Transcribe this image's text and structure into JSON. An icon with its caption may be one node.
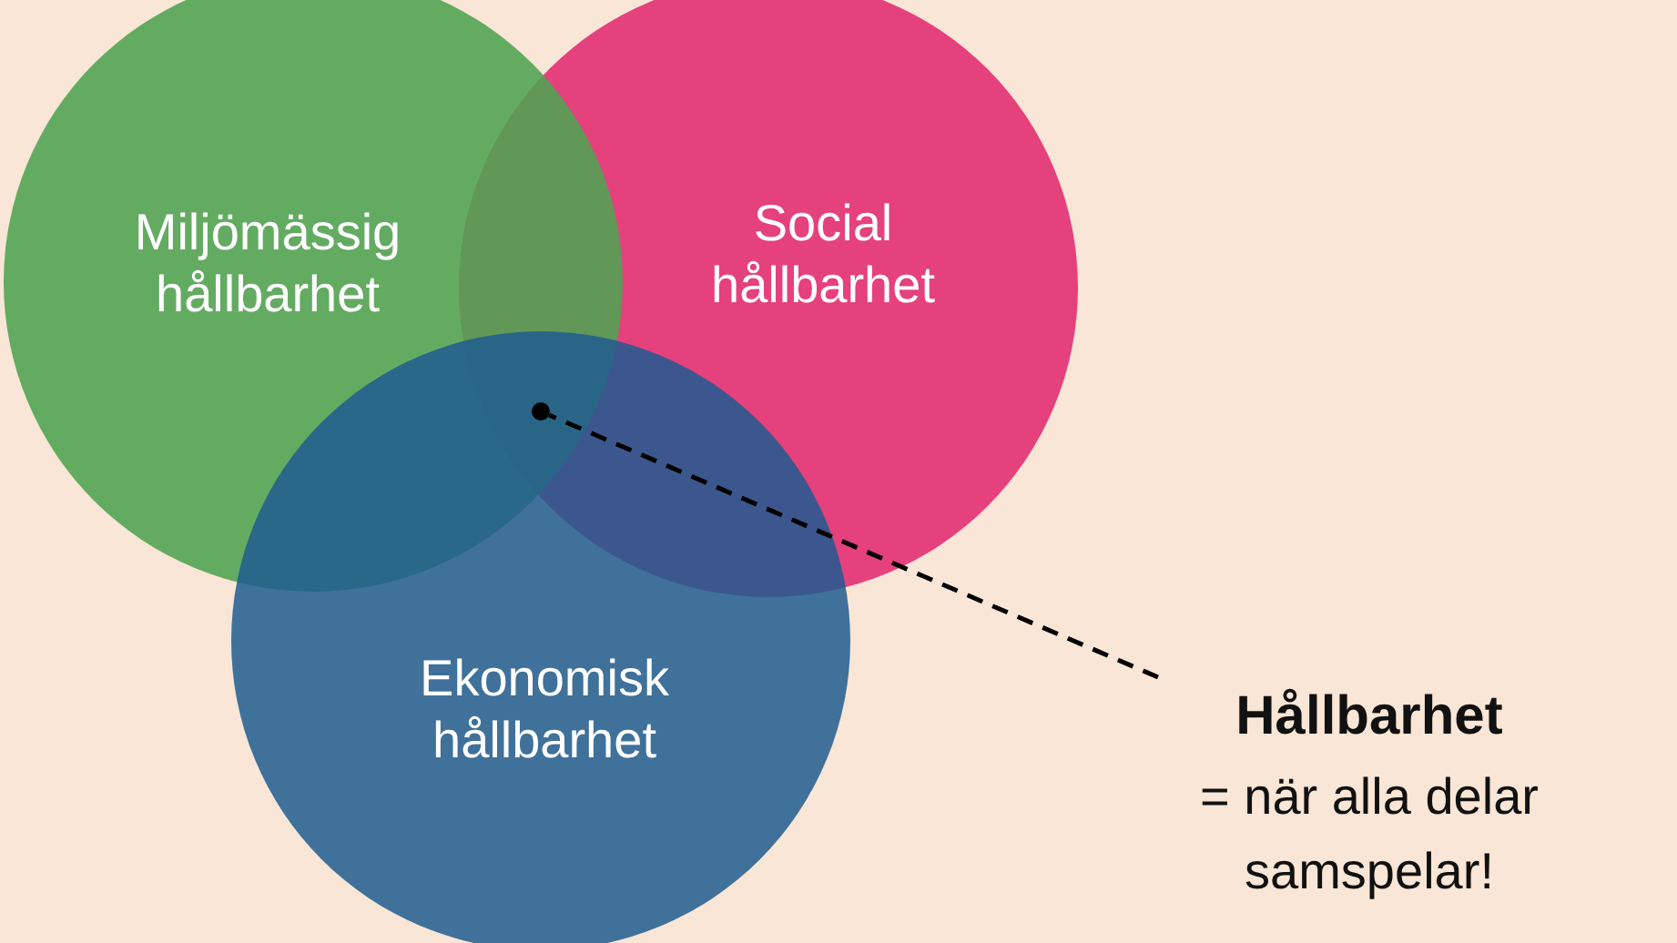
{
  "diagram": {
    "nodes": [
      {
        "text": [
          "Miljömässig hållbarhet"
        ]
      },
      {
        "text": [
          "Social hållbarhet"
        ]
      },
      {
        "text": [
          "Ekonomisk hållbarhet"
        ]
      },
      {
        "text": [
          "Hållbarhet",
          "= när alla delar samspelar!"
        ]
      },
      {
        "text": [],
        "shape": "circle"
      }
    ],
    "edges": [
      {
        "from": 3,
        "to": 4,
        "arrow": "none",
        "style": "dashed"
      }
    ]
  }
}
